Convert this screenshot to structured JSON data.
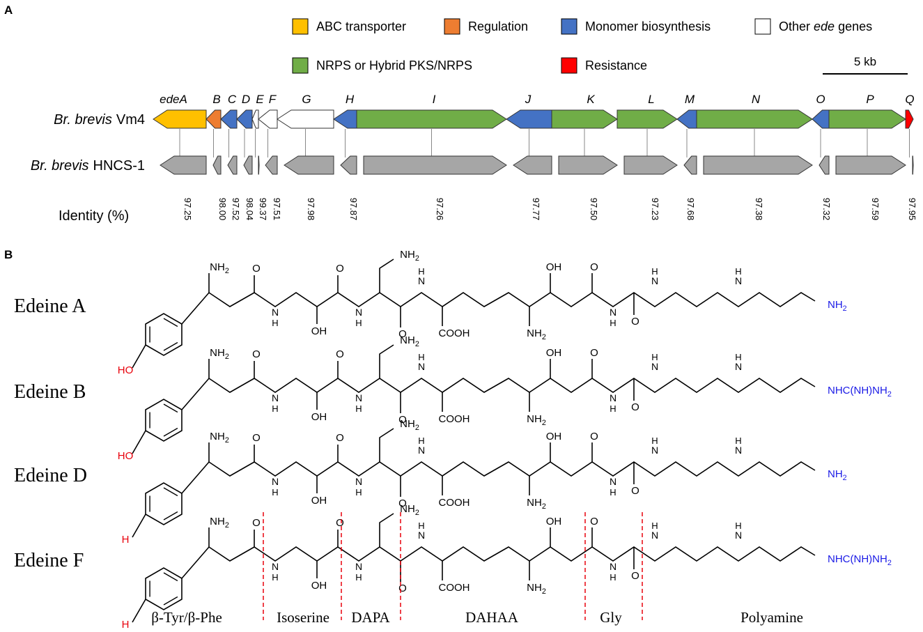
{
  "panel_a": {
    "label": "A",
    "legend": [
      {
        "label": "ABC transporter",
        "color": "#FFC000"
      },
      {
        "label": "Regulation",
        "color": "#ED7D31"
      },
      {
        "label": "Monomer biosynthesis",
        "color": "#4472C4"
      },
      {
        "label": "Other ede genes",
        "color": "#FFFFFF"
      },
      {
        "label": "NRPS or Hybrid PKS/NRPS",
        "color": "#70AD47"
      },
      {
        "label": "Resistance",
        "color": "#FF0000"
      }
    ],
    "scale_bar": "5 kb",
    "strains": [
      {
        "genus": "Br. brevis",
        "strain": "Vm4"
      },
      {
        "genus": "Br. brevis",
        "strain": "HNCS-1"
      }
    ],
    "identity_label": "Identity (%)",
    "homolog_color": "#A6A6A6",
    "genes": [
      {
        "name": "edeA",
        "color": "#FFC000",
        "strand": "-",
        "identity": "97.25"
      },
      {
        "name": "B",
        "color": "#ED7D31",
        "strand": "-",
        "identity": "98.00"
      },
      {
        "name": "C",
        "color": "#4472C4",
        "strand": "-",
        "identity": "97.52"
      },
      {
        "name": "D",
        "color": "#4472C4",
        "strand": "-",
        "identity": "98.04"
      },
      {
        "name": "E",
        "color": "#FFFFFF",
        "strand": "-",
        "identity": "99.37"
      },
      {
        "name": "F",
        "color": "#FFFFFF",
        "strand": "-",
        "identity": "97.51"
      },
      {
        "name": "G",
        "color": "#FFFFFF",
        "strand": "-",
        "identity": "97.98"
      },
      {
        "name": "H",
        "color": "#4472C4",
        "strand": "-",
        "identity": "97.87"
      },
      {
        "name": "I",
        "color": "#70AD47",
        "strand": "+",
        "identity": "97.26"
      },
      {
        "name": "J",
        "color": "#4472C4",
        "strand": "-",
        "identity": "97.77"
      },
      {
        "name": "K",
        "color": "#70AD47",
        "strand": "+",
        "identity": "97.50"
      },
      {
        "name": "L",
        "color": "#70AD47",
        "strand": "+",
        "identity": "97.23"
      },
      {
        "name": "M",
        "color": "#4472C4",
        "strand": "-",
        "identity": "97.68"
      },
      {
        "name": "N",
        "color": "#70AD47",
        "strand": "+",
        "identity": "97.38"
      },
      {
        "name": "O",
        "color": "#4472C4",
        "strand": "-",
        "identity": "97.32"
      },
      {
        "name": "P",
        "color": "#70AD47",
        "strand": "+",
        "identity": "97.59"
      },
      {
        "name": "Q",
        "color": "#FF0000",
        "strand": "+",
        "identity": "97.95"
      }
    ]
  },
  "panel_b": {
    "label": "B",
    "compounds": [
      {
        "name": "Edeine A",
        "terminal_sub": "HO",
        "amine_end": "NH2"
      },
      {
        "name": "Edeine B",
        "terminal_sub": "HO",
        "amine_end": "NHC(NH)NH2"
      },
      {
        "name": "Edeine D",
        "terminal_sub": "H",
        "amine_end": "NH2"
      },
      {
        "name": "Edeine F",
        "terminal_sub": "H",
        "amine_end": "NHC(NH)NH2"
      }
    ],
    "atoms": {
      "nh2": "NH2",
      "nh": "H",
      "n": "N",
      "o": "O",
      "oh": "OH",
      "cooh": "COOH"
    },
    "segments": [
      "β-Tyr/β-Phe",
      "Isoserine",
      "DAPA",
      "DAHAA",
      "Gly",
      "Polyamine"
    ],
    "accent_red": "#E8000B",
    "accent_blue": "#1A1AE6"
  }
}
